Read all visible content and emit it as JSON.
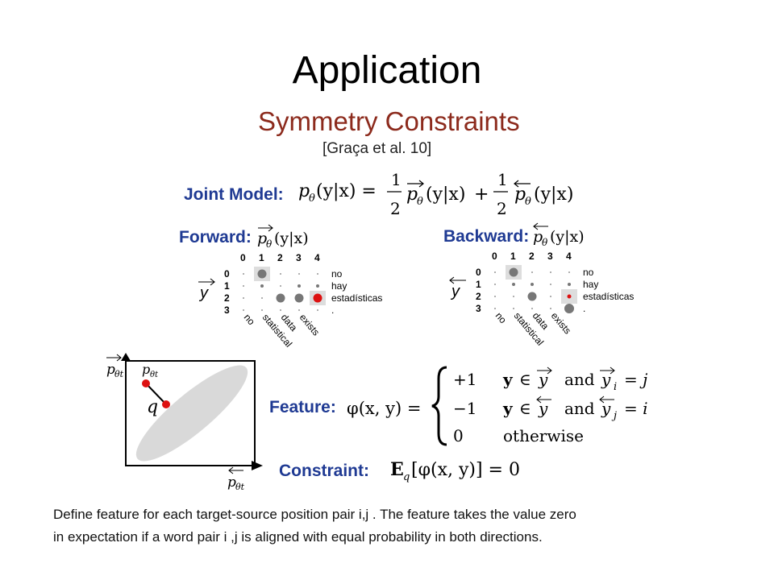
{
  "slide": {
    "title": "Application",
    "caption_line1": "Define feature for each target-source position pair i,j . The feature takes the value zero",
    "caption_line2": "in expectation if a word pair i ,j is aligned with equal probability in both directions."
  },
  "figure": {
    "title": "Symmetry Constraints",
    "citation": "[Graça et al. 10]",
    "joint_label": "Joint Model:",
    "forward_label": "Forward:",
    "backward_label": "Backward:",
    "feature_label": "Feature:",
    "constraint_label": "Constraint:",
    "joint_lhs": "p",
    "joint_theta": "θ",
    "joint_args": "(y|x) =",
    "frac_num": "1",
    "frac_den": "2",
    "plus": "+",
    "cond": "(y|x)",
    "feature_phi": "φ(x, y) =",
    "case1_val": "+1",
    "case2_val": "−1",
    "case3_val": "0",
    "y_bold": "y",
    "in_sym": "∈",
    "and_word": "and",
    "case1_sub": "i",
    "case1_rhs": "= j",
    "case2_sub": "j",
    "case2_rhs": "= i",
    "otherwise": "otherwise",
    "constraint_E": "E",
    "constraint_q": "q",
    "constraint_expr": "[φ(x, y)] = 0",
    "matrix_cols": [
      "0",
      "1",
      "2",
      "3",
      "4"
    ],
    "matrix_rows": [
      "0",
      "1",
      "2",
      "3"
    ],
    "source_words": [
      "no",
      "hay",
      "estadísticas",
      "."
    ],
    "target_words": [
      "no",
      "statistical",
      "data",
      "exists"
    ],
    "y_label": "y",
    "plot_q": "q",
    "plot_p": "p",
    "plot_sub": "θt",
    "colors": {
      "title_red": "#8c2a1c",
      "label_blue": "#1f3a93",
      "dot_gray": "#777777",
      "dot_red": "#dd1111",
      "ellipse": "#d9d9d9"
    }
  }
}
